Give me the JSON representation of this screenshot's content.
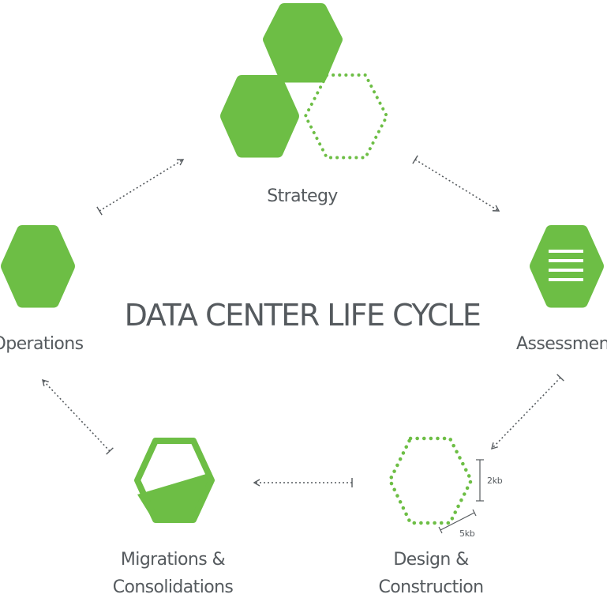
{
  "title": "DATA CENTER LIFE CYCLE",
  "colors": {
    "accent": "#6dbe45",
    "text": "#555a5e",
    "arrow": "#555a5e",
    "white": "#ffffff"
  },
  "stages": {
    "strategy": {
      "label": "Strategy",
      "icon": "three-hexagons-icon"
    },
    "assessment": {
      "label": "Assessment",
      "icon": "hexagon-list-icon"
    },
    "design": {
      "label_line1": "Design &",
      "label_line2": "Construction",
      "icon": "dotted-hexagon-icon"
    },
    "migrations": {
      "label_line1": "Migrations &",
      "label_line2": "Consolidations",
      "icon": "half-filled-hexagon-icon"
    },
    "operations": {
      "label": "Operations",
      "icon": "solid-hexagon-icon"
    }
  },
  "dimensions": {
    "height_label": "2kb",
    "width_label": "5kb"
  }
}
